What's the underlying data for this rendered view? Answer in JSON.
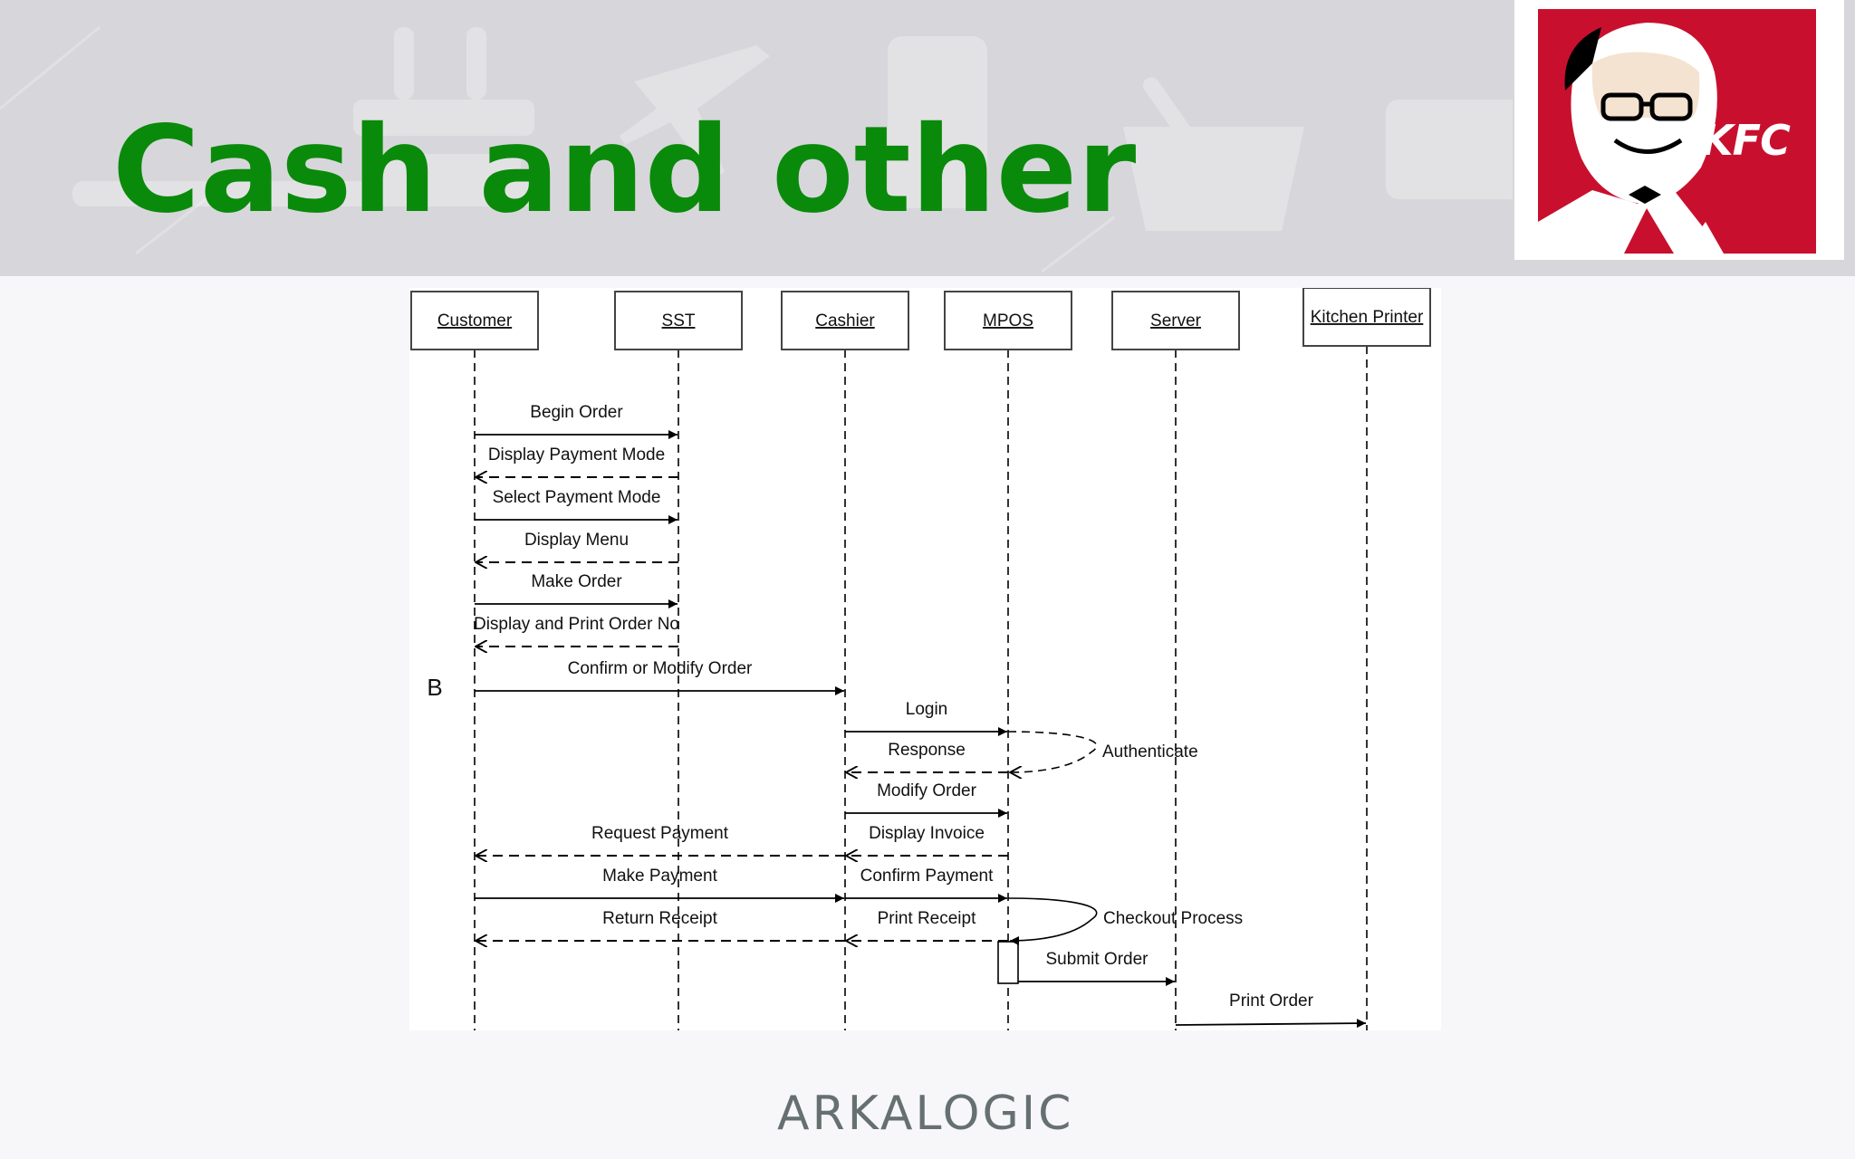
{
  "slide": {
    "title": "Cash and other",
    "footer_brand": "ARKALOGIC",
    "logo_text": "KFC"
  },
  "colors": {
    "title": "#0a8a0a",
    "header_bg": "#d7d7db",
    "logo_red": "#c8102e",
    "footer_brand": "#667070"
  },
  "icons": [
    "colonel-sanders-icon",
    "shopping-basket-icon",
    "airplane-icon",
    "phone-icon",
    "credit-card-icon",
    "food-stand-icon"
  ],
  "diagram": {
    "participants": [
      "Customer",
      "SST",
      "Cashier",
      "MPOS",
      "Server",
      "Kitchen Printer"
    ],
    "fragment_label": "B",
    "messages": [
      {
        "from": "Customer",
        "to": "SST",
        "label": "Begin Order",
        "style": "sync"
      },
      {
        "from": "SST",
        "to": "Customer",
        "label": "Display Payment Mode",
        "style": "return"
      },
      {
        "from": "Customer",
        "to": "SST",
        "label": "Select Payment Mode",
        "style": "sync"
      },
      {
        "from": "SST",
        "to": "Customer",
        "label": "Display Menu",
        "style": "return"
      },
      {
        "from": "Customer",
        "to": "SST",
        "label": "Make Order",
        "style": "sync"
      },
      {
        "from": "SST",
        "to": "Customer",
        "label": "Display and Print Order No",
        "style": "return"
      },
      {
        "from": "Customer",
        "to": "Cashier",
        "label": "Confirm or Modify Order",
        "style": "sync"
      },
      {
        "from": "Cashier",
        "to": "MPOS",
        "label": "Login",
        "style": "sync"
      },
      {
        "from": "MPOS",
        "to": "Cashier",
        "label": "Response",
        "style": "return"
      },
      {
        "from": "Cashier",
        "to": "MPOS",
        "label": "Modify Order",
        "style": "sync"
      },
      {
        "from": "MPOS",
        "to": "Cashier",
        "label": "Display Invoice",
        "style": "return"
      },
      {
        "from": "Cashier",
        "to": "Customer",
        "label": "Request Payment",
        "style": "return"
      },
      {
        "from": "Customer",
        "to": "Cashier",
        "label": "Make Payment",
        "style": "sync"
      },
      {
        "from": "Cashier",
        "to": "MPOS",
        "label": "Confirm Payment",
        "style": "sync"
      },
      {
        "from": "MPOS",
        "to": "Cashier",
        "label": "Print Receipt",
        "style": "return"
      },
      {
        "from": "Cashier",
        "to": "Customer",
        "label": "Return Receipt",
        "style": "return"
      },
      {
        "from": "MPOS",
        "to": "Server",
        "label": "Submit Order",
        "style": "sync"
      },
      {
        "from": "Server",
        "to": "Kitchen Printer",
        "label": "Print Order",
        "style": "sync"
      }
    ],
    "self_calls": [
      {
        "on": "MPOS",
        "label": "Authenticate",
        "style": "dashed"
      },
      {
        "on": "MPOS",
        "label": "Checkout Process",
        "style": "solid"
      }
    ]
  }
}
